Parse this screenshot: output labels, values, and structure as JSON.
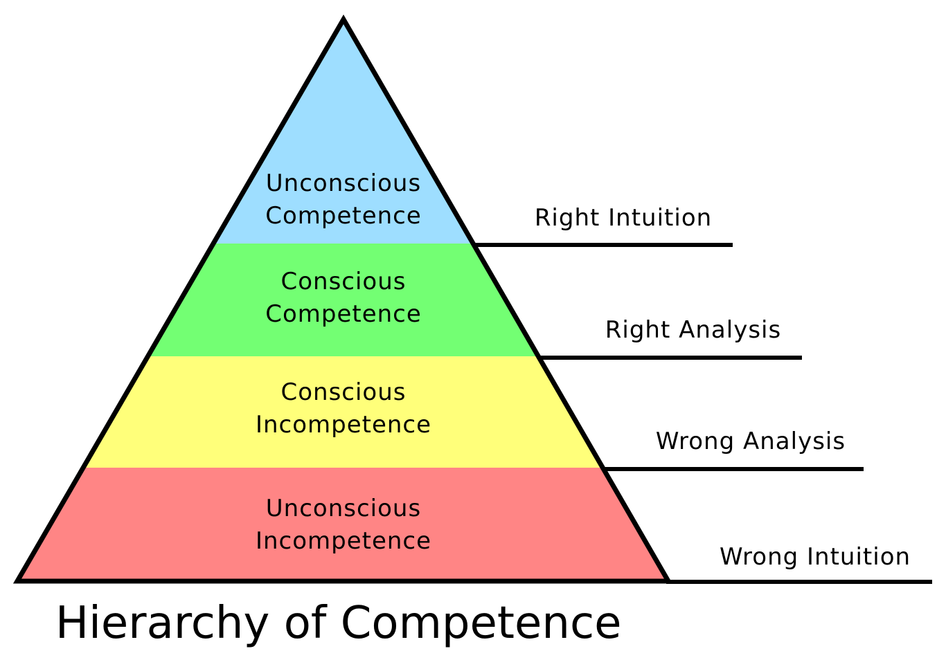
{
  "diagram": {
    "title": "Hierarchy of Competence",
    "type": "pyramid",
    "levels": [
      {
        "line1": "Unconscious",
        "line2": "Competence",
        "color": "#9EDEFF",
        "side_label": "Right Intuition"
      },
      {
        "line1": "Conscious",
        "line2": "Competence",
        "color": "#73FF73",
        "side_label": "Right Analysis"
      },
      {
        "line1": "Conscious",
        "line2": "Incompetence",
        "color": "#FFFF7A",
        "side_label": "Wrong Analysis"
      },
      {
        "line1": "Unconscious",
        "line2": "Incompetence",
        "color": "#FF8585",
        "side_label": "Wrong Intuition"
      }
    ],
    "stroke_color": "#000000"
  }
}
